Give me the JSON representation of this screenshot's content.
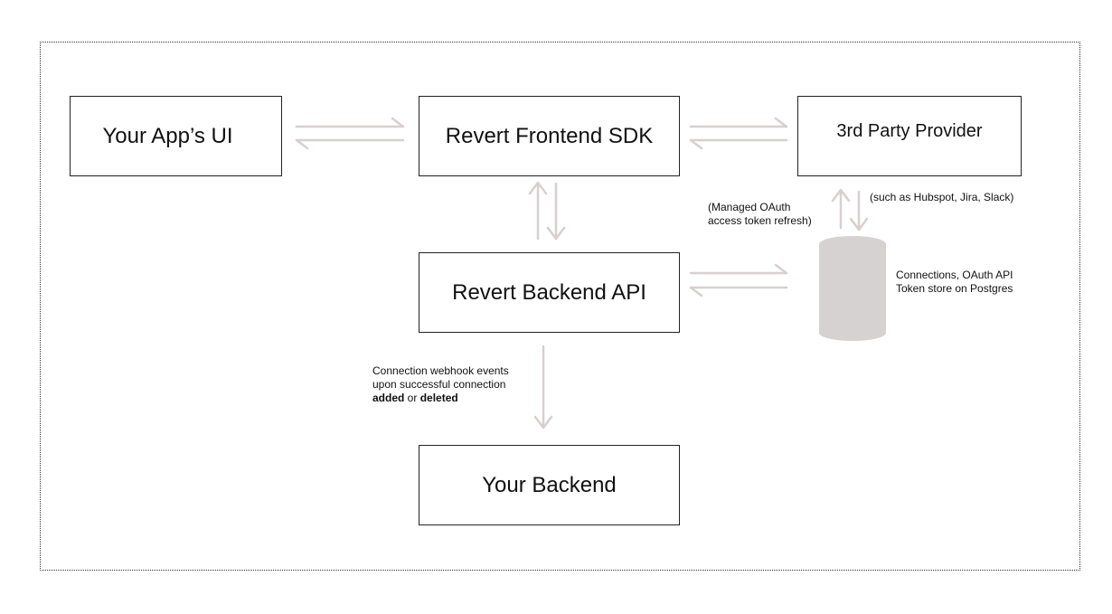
{
  "boxes": {
    "app_ui": "Your App’s UI",
    "frontend_sdk": "Revert Frontend SDK",
    "provider": "3rd Party Provider",
    "backend_api": "Revert Backend API",
    "your_backend": "Your Backend"
  },
  "notes": {
    "oauth_line1": "(Managed OAuth",
    "oauth_line2": "access token refresh)",
    "provider_examples": "(such as Hubspot, Jira, Slack)",
    "store_line1": "Connections, OAuth API",
    "store_line2": "Token store on Postgres",
    "webhook_line1": "Connection webhook events",
    "webhook_line2": "upon successful connection",
    "webhook_added": "added",
    "webhook_or": " or ",
    "webhook_deleted": "deleted"
  },
  "colors": {
    "arrow": "#d8cfcf",
    "database": "#d6d2d2",
    "border": "#222222",
    "frame": "#333333"
  }
}
